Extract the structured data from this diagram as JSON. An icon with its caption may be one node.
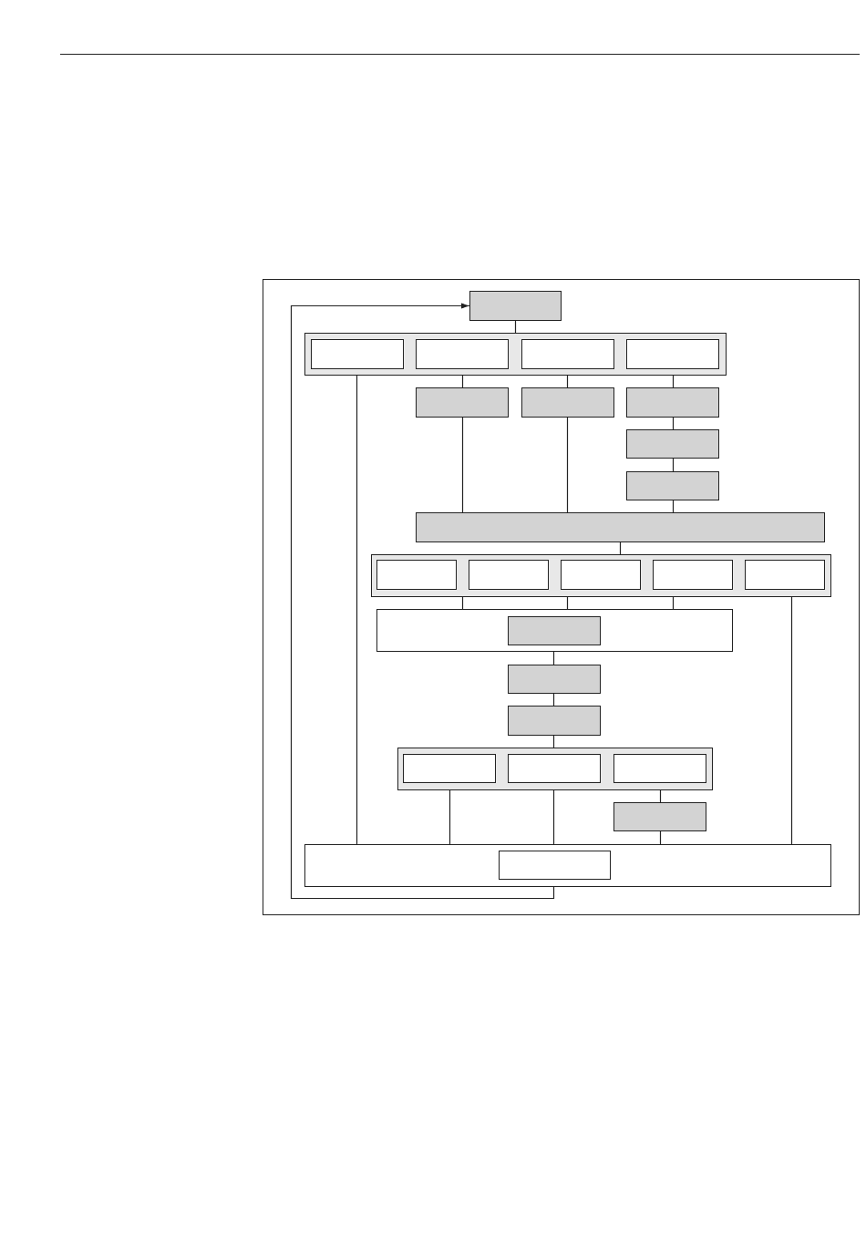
{
  "diagram": {
    "nodes": [
      {
        "text": [],
        "shape": "box"
      },
      {
        "text": [],
        "shape": "box"
      },
      {
        "text": [],
        "shape": "box",
        "in": 1
      },
      {
        "text": [],
        "shape": "box",
        "in": 1
      },
      {
        "text": [],
        "shape": "box",
        "in": 1
      },
      {
        "text": [],
        "shape": "box",
        "in": 1
      },
      {
        "text": [],
        "shape": "box"
      },
      {
        "text": [],
        "shape": "box"
      },
      {
        "text": [],
        "shape": "box"
      },
      {
        "text": [],
        "shape": "box"
      },
      {
        "text": [],
        "shape": "box"
      },
      {
        "text": [],
        "shape": "box"
      },
      {
        "text": [],
        "shape": "box"
      },
      {
        "text": [],
        "shape": "box",
        "in": 12
      },
      {
        "text": [],
        "shape": "box",
        "in": 12
      },
      {
        "text": [],
        "shape": "box",
        "in": 12
      },
      {
        "text": [],
        "shape": "box",
        "in": 12
      },
      {
        "text": [],
        "shape": "box",
        "in": 12
      },
      {
        "text": [],
        "shape": "box"
      },
      {
        "text": [],
        "shape": "box",
        "in": 18
      },
      {
        "text": [],
        "shape": "box"
      },
      {
        "text": [],
        "shape": "box"
      },
      {
        "text": [],
        "shape": "box"
      },
      {
        "text": [],
        "shape": "box",
        "in": 22
      },
      {
        "text": [],
        "shape": "box",
        "in": 22
      },
      {
        "text": [],
        "shape": "box",
        "in": 22
      },
      {
        "text": [],
        "shape": "box"
      },
      {
        "text": [],
        "shape": "box"
      },
      {
        "text": [],
        "shape": "box",
        "in": 27
      }
    ],
    "edges": [
      {
        "from": 0,
        "to": 1,
        "arrow": "none"
      },
      {
        "from": 1,
        "to": 6,
        "arrow": "none"
      },
      {
        "from": 1,
        "to": 7,
        "arrow": "none"
      },
      {
        "from": 1,
        "to": 8,
        "arrow": "none"
      },
      {
        "from": 1,
        "to": 27,
        "arrow": "none"
      },
      {
        "from": 6,
        "to": 11,
        "arrow": "none"
      },
      {
        "from": 7,
        "to": 11,
        "arrow": "none"
      },
      {
        "from": 8,
        "to": 9,
        "arrow": "none"
      },
      {
        "from": 9,
        "to": 10,
        "arrow": "none"
      },
      {
        "from": 10,
        "to": 11,
        "arrow": "none"
      },
      {
        "from": 11,
        "to": 12,
        "arrow": "none"
      },
      {
        "from": 12,
        "to": 18,
        "arrow": "none"
      },
      {
        "from": 12,
        "to": 18,
        "arrow": "none"
      },
      {
        "from": 12,
        "to": 18,
        "arrow": "none"
      },
      {
        "from": 12,
        "to": 27,
        "arrow": "none"
      },
      {
        "from": 18,
        "to": 20,
        "arrow": "none"
      },
      {
        "from": 20,
        "to": 21,
        "arrow": "none"
      },
      {
        "from": 21,
        "to": 22,
        "arrow": "none"
      },
      {
        "from": 22,
        "to": 27,
        "arrow": "none"
      },
      {
        "from": 22,
        "to": 27,
        "arrow": "none"
      },
      {
        "from": 22,
        "to": 26,
        "arrow": "none"
      },
      {
        "from": 26,
        "to": 27,
        "arrow": "none"
      },
      {
        "from": 27,
        "to": 0,
        "arrow": "to"
      }
    ]
  }
}
